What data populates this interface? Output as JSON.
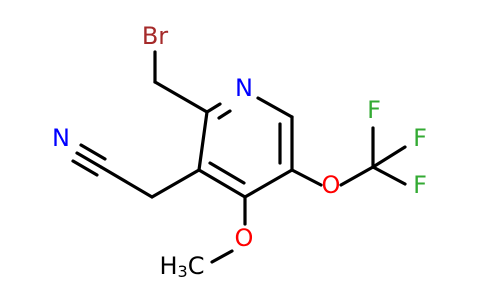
{
  "structure": {
    "atom_labels": {
      "bromine": "Br",
      "ring_nitrogen": "N",
      "nitrile_nitrogen": "N",
      "ether_oxygen_right": "O",
      "fluorine_top": "F",
      "fluorine_right_upper": "F",
      "fluorine_right_lower": "F",
      "methoxy_oxygen": "O",
      "methyl_h": "H",
      "methyl_subscript": "3",
      "methyl_c": "C"
    }
  },
  "colors": {
    "bromine": "#a52a2a",
    "nitrogen": "#0000ff",
    "oxygen": "#ff0000",
    "fluorine": "#33aa33",
    "carbon": "#000000",
    "bond": "#000000",
    "background": "#ffffff"
  }
}
